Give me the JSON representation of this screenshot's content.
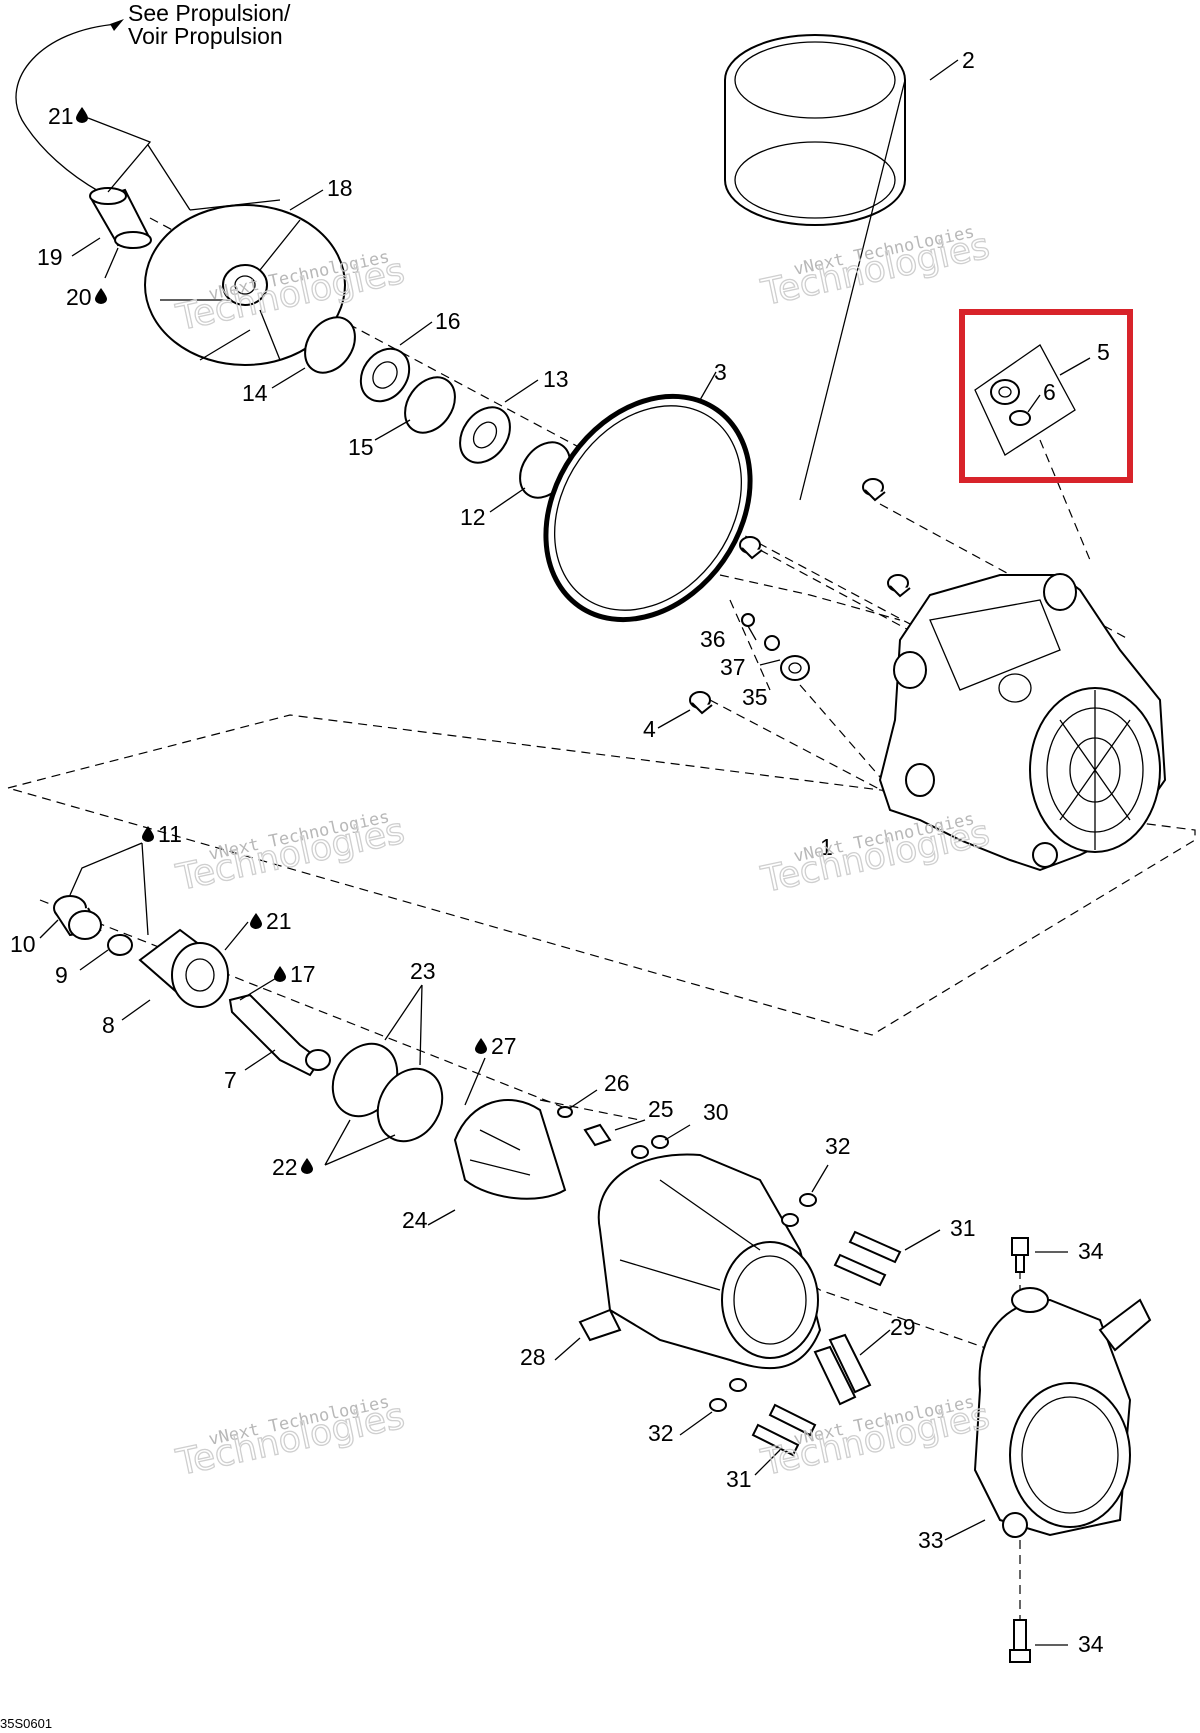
{
  "header": {
    "line1": "See Propulsion/",
    "line2": "Voir Propulsion"
  },
  "watermark": {
    "line1": "vNext Technologies",
    "line2": "Technologies"
  },
  "reference_code": "35S0601",
  "highlight": {
    "color": "#d8232a",
    "target_parts": [
      "5",
      "6"
    ]
  },
  "oil_icon": "oil-drop-icon",
  "callouts": [
    {
      "id": "c21a",
      "text": "21",
      "oil": true
    },
    {
      "id": "c19",
      "text": "19",
      "oil": false
    },
    {
      "id": "c20",
      "text": "20",
      "oil": true
    },
    {
      "id": "c18",
      "text": "18",
      "oil": false
    },
    {
      "id": "c2",
      "text": "2",
      "oil": false
    },
    {
      "id": "c16",
      "text": "16",
      "oil": false
    },
    {
      "id": "c14",
      "text": "14",
      "oil": false
    },
    {
      "id": "c13",
      "text": "13",
      "oil": false
    },
    {
      "id": "c15",
      "text": "15",
      "oil": false
    },
    {
      "id": "c3",
      "text": "3",
      "oil": false
    },
    {
      "id": "c12",
      "text": "12",
      "oil": false
    },
    {
      "id": "c5",
      "text": "5",
      "oil": false
    },
    {
      "id": "c6",
      "text": "6",
      "oil": false
    },
    {
      "id": "c36",
      "text": "36",
      "oil": false
    },
    {
      "id": "c37",
      "text": "37",
      "oil": false
    },
    {
      "id": "c35",
      "text": "35",
      "oil": false
    },
    {
      "id": "c4",
      "text": "4",
      "oil": false
    },
    {
      "id": "c1",
      "text": "1",
      "oil": false
    },
    {
      "id": "c11",
      "text": "11",
      "oil": true
    },
    {
      "id": "c10",
      "text": "10",
      "oil": false
    },
    {
      "id": "c21b",
      "text": "21",
      "oil": true
    },
    {
      "id": "c9",
      "text": "9",
      "oil": false
    },
    {
      "id": "c17",
      "text": "17",
      "oil": true
    },
    {
      "id": "c8",
      "text": "8",
      "oil": false
    },
    {
      "id": "c23",
      "text": "23",
      "oil": false
    },
    {
      "id": "c7",
      "text": "7",
      "oil": false
    },
    {
      "id": "c27",
      "text": "27",
      "oil": true
    },
    {
      "id": "c26",
      "text": "26",
      "oil": false
    },
    {
      "id": "c25",
      "text": "25",
      "oil": false
    },
    {
      "id": "c30",
      "text": "30",
      "oil": false
    },
    {
      "id": "c22",
      "text": "22",
      "oil": true
    },
    {
      "id": "c32a",
      "text": "32",
      "oil": false
    },
    {
      "id": "c24",
      "text": "24",
      "oil": false
    },
    {
      "id": "c31a",
      "text": "31",
      "oil": false
    },
    {
      "id": "c34a",
      "text": "34",
      "oil": false
    },
    {
      "id": "c29",
      "text": "29",
      "oil": false
    },
    {
      "id": "c28",
      "text": "28",
      "oil": false
    },
    {
      "id": "c32b",
      "text": "32",
      "oil": false
    },
    {
      "id": "c31b",
      "text": "31",
      "oil": false
    },
    {
      "id": "c33",
      "text": "33",
      "oil": false
    },
    {
      "id": "c34b",
      "text": "34",
      "oil": false
    }
  ]
}
